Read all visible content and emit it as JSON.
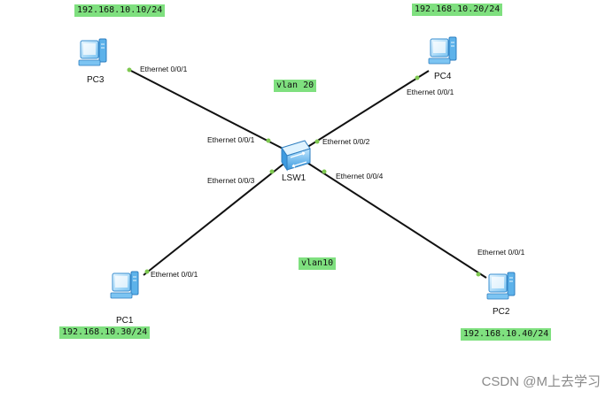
{
  "devices": {
    "pc3": {
      "label": "PC3",
      "ip": "192.168.10.10/24",
      "port": "Ethernet 0/0/1"
    },
    "pc4": {
      "label": "PC4",
      "ip": "192.168.10.20/24",
      "port": "Ethernet 0/0/1"
    },
    "pc1": {
      "label": "PC1",
      "ip": "192.168.10.30/24",
      "port": "Ethernet 0/0/1"
    },
    "pc2": {
      "label": "PC2",
      "ip": "192.168.10.40/24",
      "port": "Ethernet 0/0/1"
    },
    "switch": {
      "label": "LSW1",
      "ports": {
        "to_pc3": "Ethernet 0/0/1",
        "to_pc4": "Ethernet 0/0/2",
        "to_pc1": "Ethernet 0/0/3",
        "to_pc2": "Ethernet 0/0/4"
      }
    }
  },
  "vlans": {
    "upper": "vlan 20",
    "lower": "vlan10"
  },
  "colors": {
    "tag_bg": "#7fe07f",
    "link": "#111111",
    "port_dot": "#7ec850",
    "device": "#4aa3e6"
  },
  "watermark": "CSDN @M上去学习"
}
